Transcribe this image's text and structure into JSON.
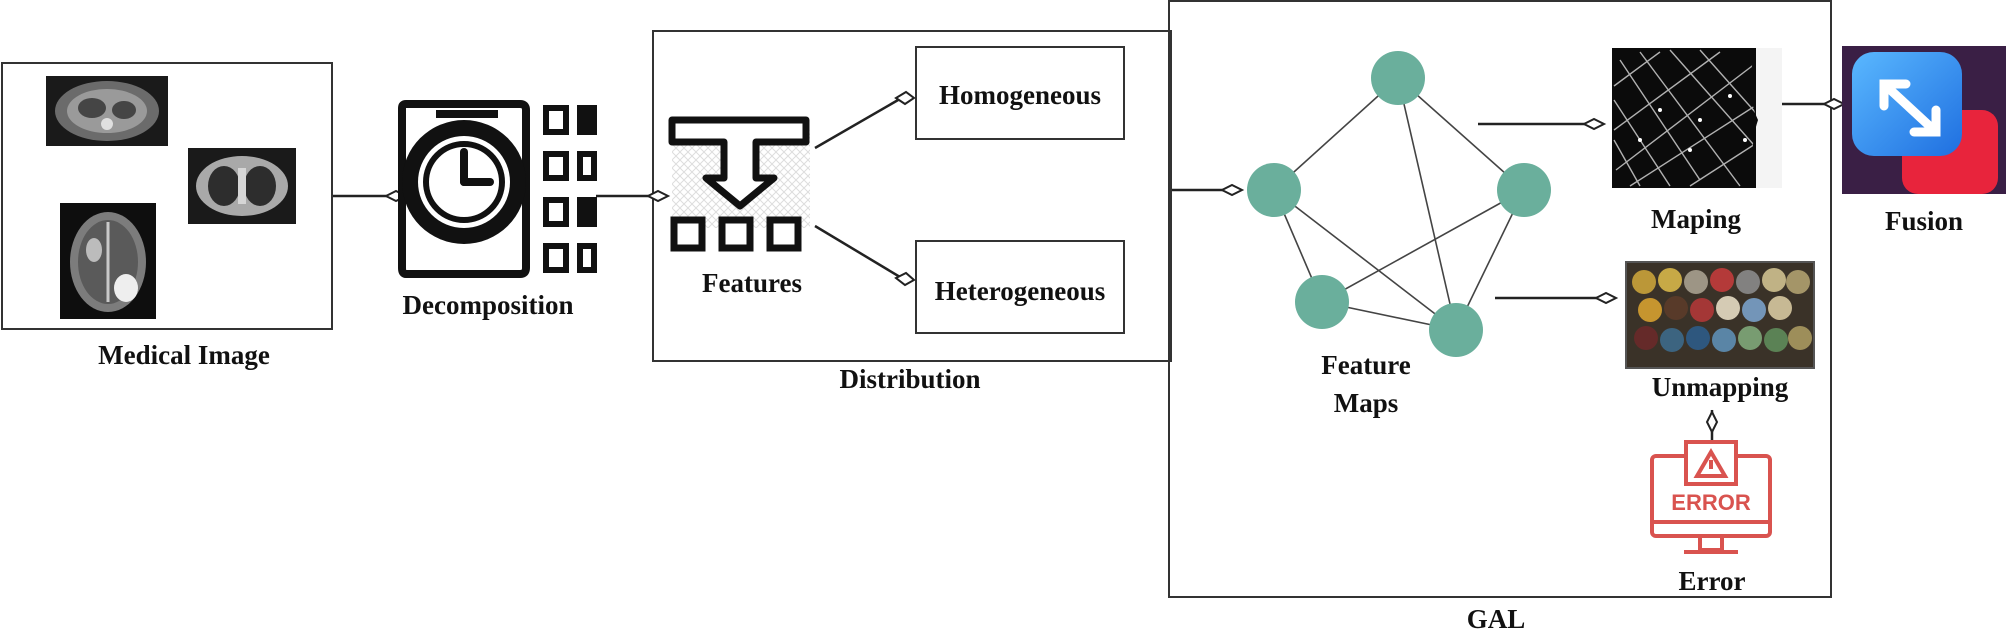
{
  "labels": {
    "medical_image": "Medical Image",
    "decomposition": "Decomposition",
    "features": "Features",
    "homogeneous": "Homogeneous",
    "heterogeneous": "Heterogeneous",
    "distribution": "Distribution",
    "feature_maps_line1": "Feature",
    "feature_maps_line2": "Maps",
    "maping": "Maping",
    "unmapping": "Unmapping",
    "error": "Error",
    "error_screen_text": "ERROR",
    "fusion": "Fusion",
    "gal": "GAL"
  },
  "colors": {
    "node": "#6aaf9c",
    "error_red": "#d9534f",
    "fusion_blue": "#2f8ef4",
    "fusion_red": "#e8243c",
    "fusion_bg": "#3a1f45"
  },
  "icons": [
    "clock-circuit-icon",
    "funnel-arrow-icon",
    "error-monitor-icon",
    "fusion-app-icon"
  ]
}
